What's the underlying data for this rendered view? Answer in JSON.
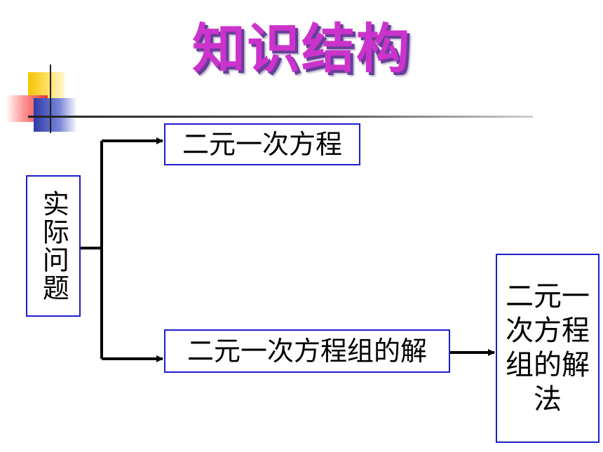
{
  "title": "知识结构",
  "nodes": {
    "source": "实际问题",
    "top": "二元一次方程",
    "bottom": "二元一次方程组的解",
    "result": "二元一次方程组的解法"
  },
  "colors": {
    "title": "#cc33cc",
    "box_border": "#1c1ccc",
    "arrow": "#000000"
  }
}
